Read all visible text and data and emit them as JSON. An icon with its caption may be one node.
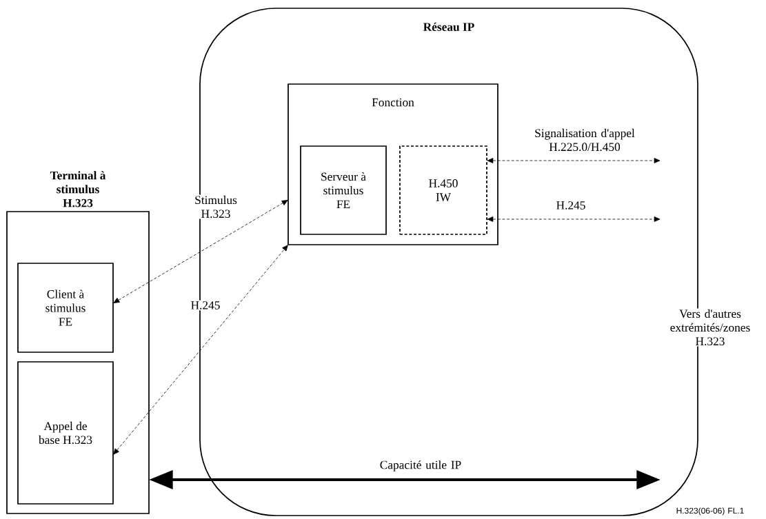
{
  "diagram": {
    "nodes": [
      {
        "text": [
          "Réseau IP"
        ]
      },
      {
        "text": [
          "Fonction"
        ],
        "in": 0
      },
      {
        "text": [
          "Serveur à stimulus FE"
        ],
        "in": 1
      },
      {
        "text": [
          "H.450 IW"
        ],
        "in": 1
      },
      {
        "text": [
          "Terminal à stimulus H.323"
        ]
      },
      {
        "text": [
          "Client à stimulus FE"
        ],
        "in": 4
      },
      {
        "text": [
          "Appel de base H.323"
        ],
        "in": 4
      }
    ],
    "edges": [
      {
        "from": 5,
        "to": 1,
        "arrow": "both",
        "label": "Stimulus H.323",
        "style": "dashed"
      },
      {
        "from": 6,
        "to": 1,
        "arrow": "both",
        "label": "H.245",
        "style": "dashed"
      },
      {
        "from": 3,
        "to": null,
        "arrow": "both",
        "label": "Signalisation d'appel H.225.0/H.450",
        "style": "dashed"
      },
      {
        "from": 3,
        "to": null,
        "arrow": "both",
        "label": "H.245",
        "style": "dashed"
      },
      {
        "from": 4,
        "to": null,
        "arrow": "both",
        "label": "Capacité utile IP",
        "style": "thick"
      }
    ],
    "labels": [
      "Vers d'autres extrémités/zones H.323",
      "H.323(06-06) FL.1"
    ]
  }
}
